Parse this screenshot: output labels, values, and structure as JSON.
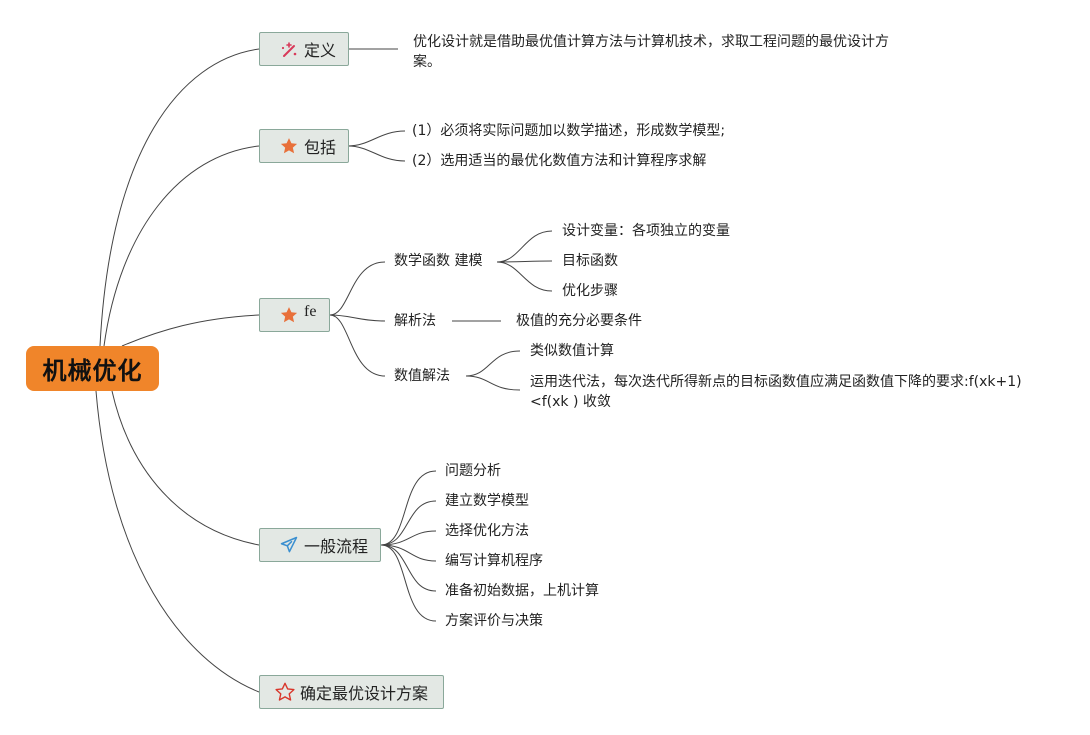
{
  "root": {
    "label": "机械优化",
    "color": "#f0852a"
  },
  "branches": {
    "definition": {
      "label": "定义",
      "icon": "sparkle-icon",
      "text": "优化设计就是借助最优值计算方法与计算机技术，求取工程问题的最优设计方案。"
    },
    "includes": {
      "label": "包括",
      "icon": "star-filled-icon",
      "items": [
        "(1）必须将实际问题加以数学描述，形成数学模型;",
        "(2）选用适当的最优化数值方法和计算程序求解"
      ]
    },
    "fe": {
      "label": "fe",
      "icon": "star-filled-icon",
      "sub": {
        "modeling": {
          "label": "数学函数 建模",
          "items": [
            "设计变量：各项独立的变量",
            "目标函数",
            "优化步骤"
          ]
        },
        "analytic": {
          "label": "解析法",
          "items": [
            "极值的充分必要条件"
          ]
        },
        "numeric": {
          "label": "数值解法",
          "items": [
            "类似数值计算",
            "运用迭代法，每次迭代所得新点的目标函数值应满足函数值下降的要求:f(xk+1)<f(xk ) 收敛"
          ]
        }
      }
    },
    "process": {
      "label": "一般流程",
      "icon": "paper-plane-icon",
      "items": [
        "问题分析",
        "建立数学模型",
        "选择优化方法",
        "编写计算机程序",
        "准备初始数据，上机计算",
        "方案评价与决策"
      ]
    },
    "final": {
      "label": "确定最优设计方案",
      "icon": "star-outline-icon"
    }
  },
  "colors": {
    "branch_bg": "#e3e8e4",
    "branch_border": "#8aa89a",
    "star": "#e8703a",
    "plane": "#3a8fd0",
    "outline_star": "#d9362b",
    "sparkle": "#d83a5a"
  }
}
